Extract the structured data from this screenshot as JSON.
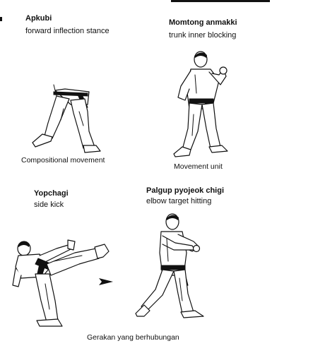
{
  "panels": [
    {
      "name": "Apkubi",
      "description": "forward inflection stance",
      "figure": "front-stance-figure"
    },
    {
      "name": "Momtong anmakki",
      "description": "trunk inner blocking",
      "figure": "inner-block-figure"
    },
    {
      "name": "Yopchagi",
      "description": "side kick",
      "figure": "side-kick-figure"
    },
    {
      "name": "Palgup pyojeok chigi",
      "description": "elbow target hitting",
      "figure": "elbow-strike-figure"
    }
  ],
  "captions": {
    "compositional": "Compositional movement",
    "movement_unit": "Movement unit",
    "connected": "Gerakan yang berhubungan"
  },
  "colors": {
    "ink": "#111111",
    "background": "#ffffff"
  },
  "icons": [
    "arrow-right-icon"
  ]
}
